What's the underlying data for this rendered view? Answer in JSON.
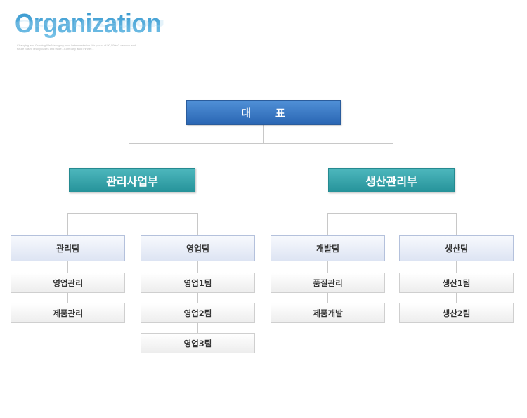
{
  "header": {
    "title": "Organization",
    "tagline_line1": "Changing and Growing We Managing your Instrumentation. It's proud of 50,000m2 campus and",
    "tagline_line2": "future based reality cases and trade...Company and Thinner..."
  },
  "ceo": {
    "char1": "대",
    "char2": "표"
  },
  "divisions": [
    {
      "label": "관리사업부"
    },
    {
      "label": "생산관리부"
    }
  ],
  "teams": [
    {
      "label": "관리팀",
      "units": [
        "영업관리",
        "제품관리"
      ]
    },
    {
      "label": "영업팀",
      "units": [
        "영업1팀",
        "영업2팀",
        "영업3팀"
      ]
    },
    {
      "label": "개발팀",
      "units": [
        "품질관리",
        "제품개발"
      ]
    },
    {
      "label": "생산팀",
      "units": [
        "생산1팀",
        "생산2팀"
      ]
    }
  ],
  "colors": {
    "ceo": "#2a66b3",
    "division": "#26939a",
    "team": "#dde4f3",
    "accent": "#3a9fd0"
  }
}
